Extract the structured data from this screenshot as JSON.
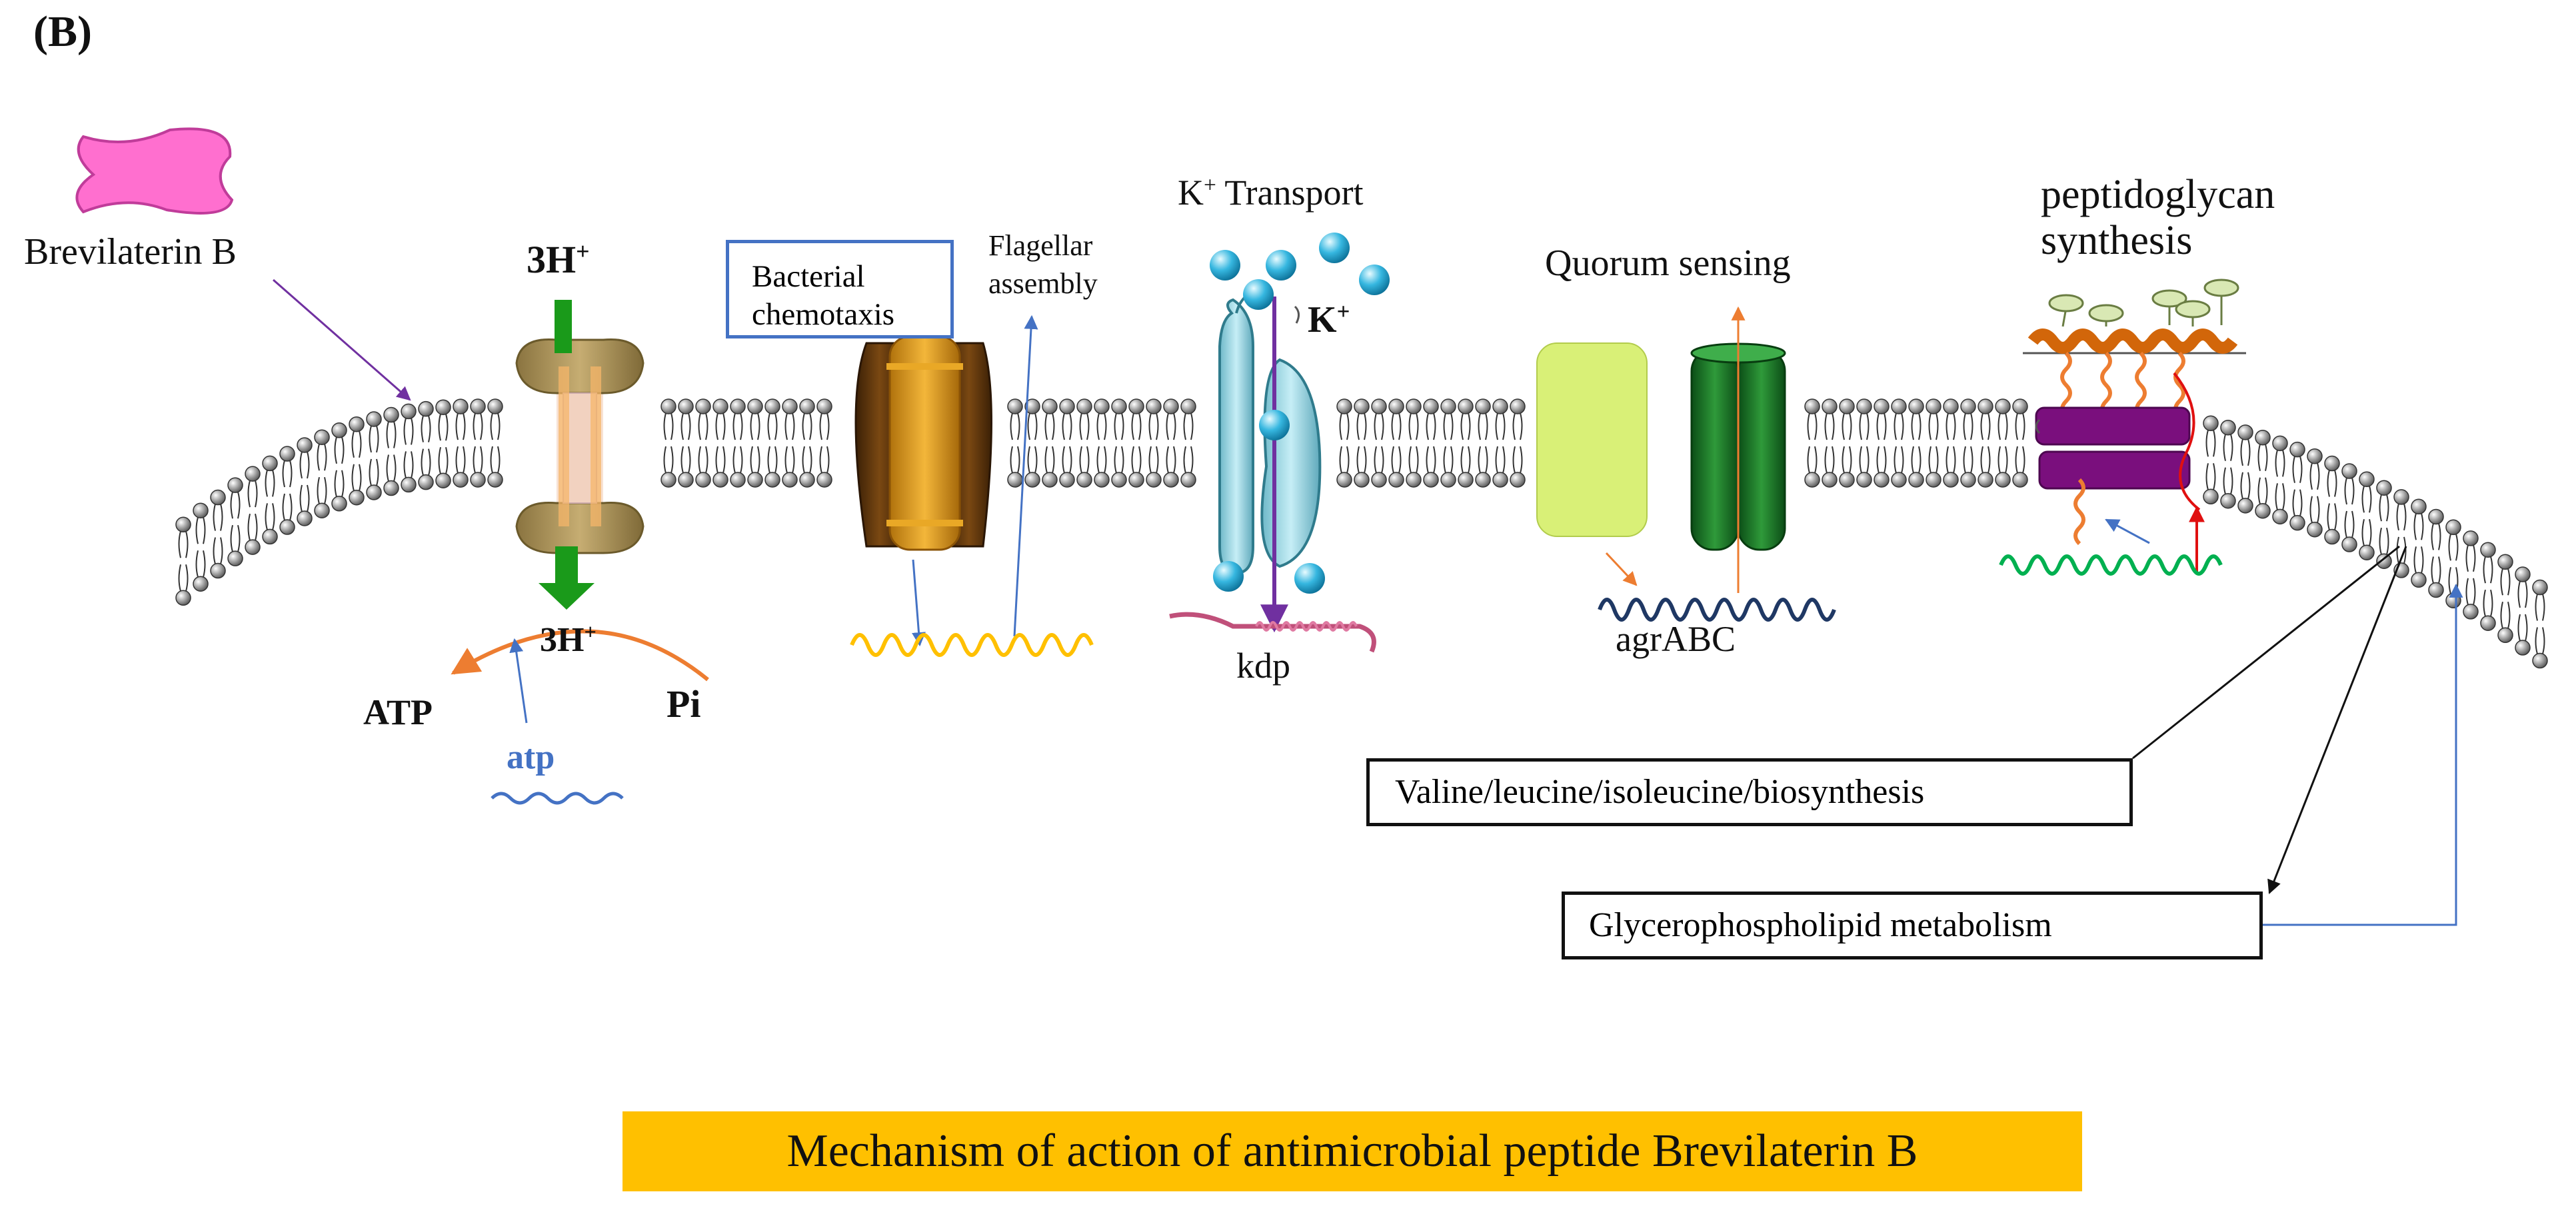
{
  "panel_label": "(B)",
  "peptide": {
    "name": "Brevilaterin B",
    "color": "#ff6fcf"
  },
  "atp_synthase": {
    "proton_top": "3H",
    "proton_top_sup": "+",
    "proton_bottom": "3H",
    "proton_bottom_sup": "+",
    "atp": "ATP",
    "pi": "Pi",
    "gene": "atp"
  },
  "chemotaxis": {
    "box_label_line1": "Bacterial",
    "box_label_line2": "chemotaxis",
    "flagellar_line1": "Flagellar",
    "flagellar_line2": "assembly"
  },
  "potassium": {
    "title_k": "K",
    "title_sup": "+",
    "title_rest": " Transport",
    "ion": "K",
    "ion_sup": "+",
    "gene": "kdp"
  },
  "quorum": {
    "title": "Quorum sensing",
    "gene": "agrABC"
  },
  "peptidoglycan": {
    "title_line1": "peptidoglycan",
    "title_line2": "synthesis"
  },
  "pathways": {
    "valine": "Valine/leucine/isoleucine/biosynthesis",
    "glycero": "Glycerophospholipid metabolism"
  },
  "caption": "Mechanism of action of antimicrobial peptide Brevilaterin B",
  "colors": {
    "caption_bg": "#ffc000",
    "arrow_purple": "#7030a0",
    "arrow_blue": "#4472c4",
    "arrow_orange": "#ed7d31",
    "arrow_green": "#1a9a1a",
    "arrow_red": "#e01010",
    "gene_yellow": "#ffc000",
    "gene_green": "#00b050",
    "gene_navy": "#1f3864"
  }
}
